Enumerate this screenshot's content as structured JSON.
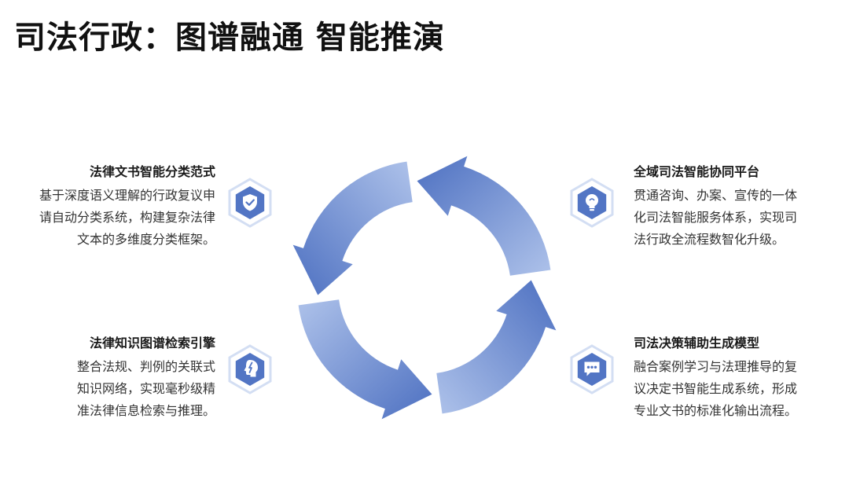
{
  "title": "司法行政：图谱融通 智能推演",
  "colors": {
    "accent": "#5275c4",
    "accent_light": "#b4c6ea",
    "hex_outline": "#d3def3"
  },
  "items": [
    {
      "title": "法律文书智能分类范式",
      "lines": [
        "基于深度语义理解的行政复议申",
        "请自动分类系统，构建复杂法律",
        "文本的多维度分类框架。"
      ],
      "icon": "shield-check-icon"
    },
    {
      "title": "全域司法智能协同平台",
      "lines": [
        "贯通咨询、办案、宣传的一体",
        "化司法智能服务体系，实现司",
        "法行政全流程数智化升级。"
      ],
      "icon": "lightbulb-icon"
    },
    {
      "title": "法律知识图谱检索引擎",
      "lines": [
        "整合法规、判例的关联式",
        "知识网络，实现毫秒级精",
        "准法律信息检索与推理。"
      ],
      "icon": "ai-head-icon"
    },
    {
      "title": "司法决策辅助生成模型",
      "lines": [
        "融合案例学习与法理推导的复",
        "议决定书智能生成系统，形成",
        "专业文书的标准化输出流程。"
      ],
      "icon": "chat-bubble-icon"
    }
  ]
}
